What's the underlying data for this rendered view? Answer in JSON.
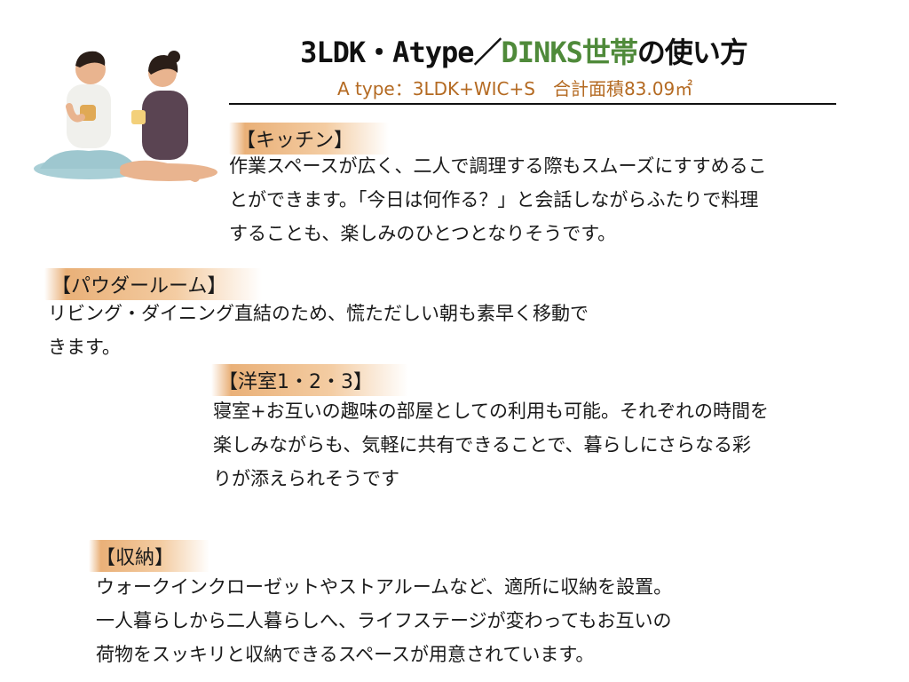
{
  "title": {
    "part1": "3LDK・Atype／",
    "accent": "DINKS世帯",
    "part2": "の使い方"
  },
  "subtitle": "A type：3LDK+WIC+S　合計面積83.09㎡",
  "colors": {
    "accent_green": "#4f8a3a",
    "subtitle_brown": "#b46a22",
    "heading_orange": "#e2964b"
  },
  "sections": {
    "kitchen": {
      "heading": "【キッチン】",
      "lines": [
        "作業スペースが広く、二人で調理する際もスムーズにすすめるこ",
        "とができます。「今日は何作る？」と会話しながらふたりで料理",
        "することも、楽しみのひとつとなりそうです。"
      ]
    },
    "powder": {
      "heading": "【パウダールーム】",
      "lines": [
        "リビング・ダイニング直結のため、慌ただしい朝も素早く移動で",
        "きます。"
      ]
    },
    "western": {
      "heading": "【洋室1・2・3】",
      "lines": [
        "寝室+お互いの趣味の部屋としての利用も可能。それぞれの時間を",
        "楽しみながらも、気軽に共有できることで、暮らしにさらなる彩",
        "りが添えられそうです"
      ]
    },
    "storage": {
      "heading": "【収納】",
      "lines": [
        "ウォークインクローゼットやストアルームなど、適所に収納を設置。",
        "一人暮らしから二人暮らしへ、ライフステージが変わってもお互いの",
        "荷物をスッキリと収納できるスペースが用意されています。"
      ]
    }
  },
  "illustration": {
    "icon": "couple-sitting-illustration"
  }
}
